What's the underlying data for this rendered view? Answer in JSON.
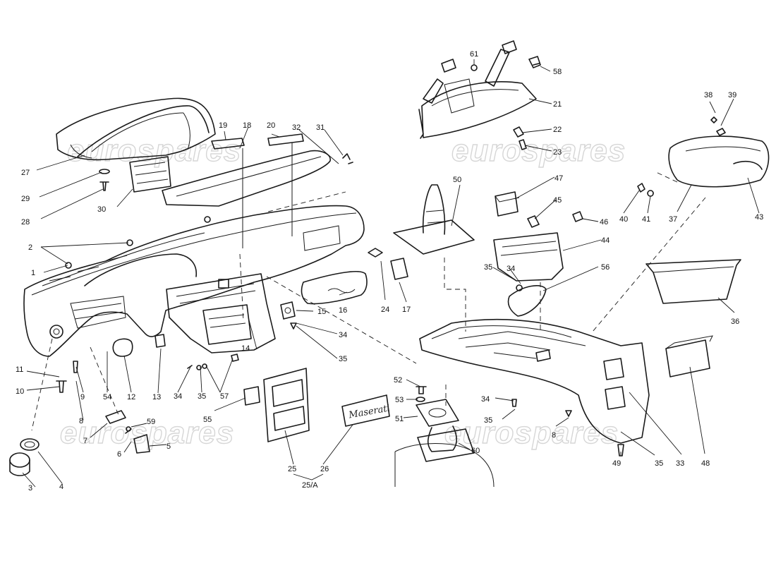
{
  "watermark_text": "eurospares",
  "badge_text": "Maserati",
  "callouts": [
    "1",
    "2",
    "3",
    "4",
    "5",
    "6",
    "7",
    "8",
    "9",
    "10",
    "11",
    "12",
    "13",
    "14",
    "15",
    "16",
    "17",
    "18",
    "19",
    "20",
    "21",
    "22",
    "23",
    "24",
    "25",
    "25/A",
    "26",
    "27",
    "28",
    "29",
    "30",
    "31",
    "32",
    "33",
    "34",
    "35",
    "36",
    "37",
    "38",
    "39",
    "40",
    "41",
    "43",
    "44",
    "45",
    "46",
    "47",
    "48",
    "49",
    "50",
    "51",
    "52",
    "53",
    "54",
    "55",
    "56",
    "57",
    "58",
    "59",
    "60",
    "61"
  ]
}
